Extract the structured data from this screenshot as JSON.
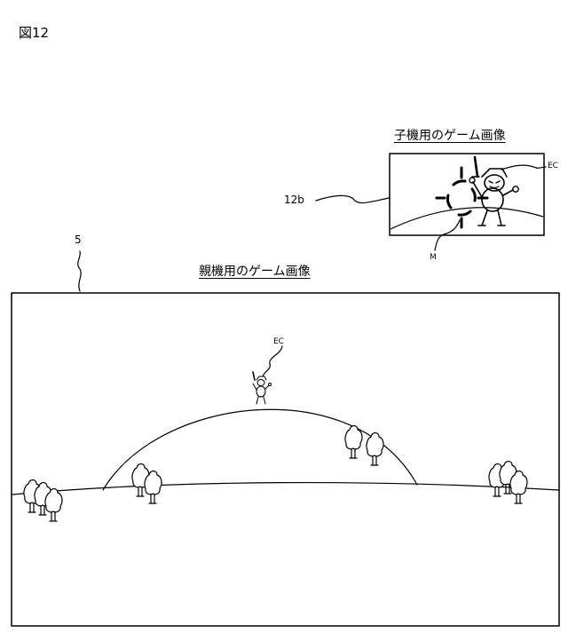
{
  "figure_label": "図12",
  "child_screen": {
    "title": "子機用のゲーム画像",
    "ref_number": "12b",
    "enemy_label": "EC",
    "marker_label": "M"
  },
  "parent_screen": {
    "title": "親機用のゲーム画像",
    "ref_number": "5",
    "enemy_label": "EC",
    "tree_count": 10
  }
}
